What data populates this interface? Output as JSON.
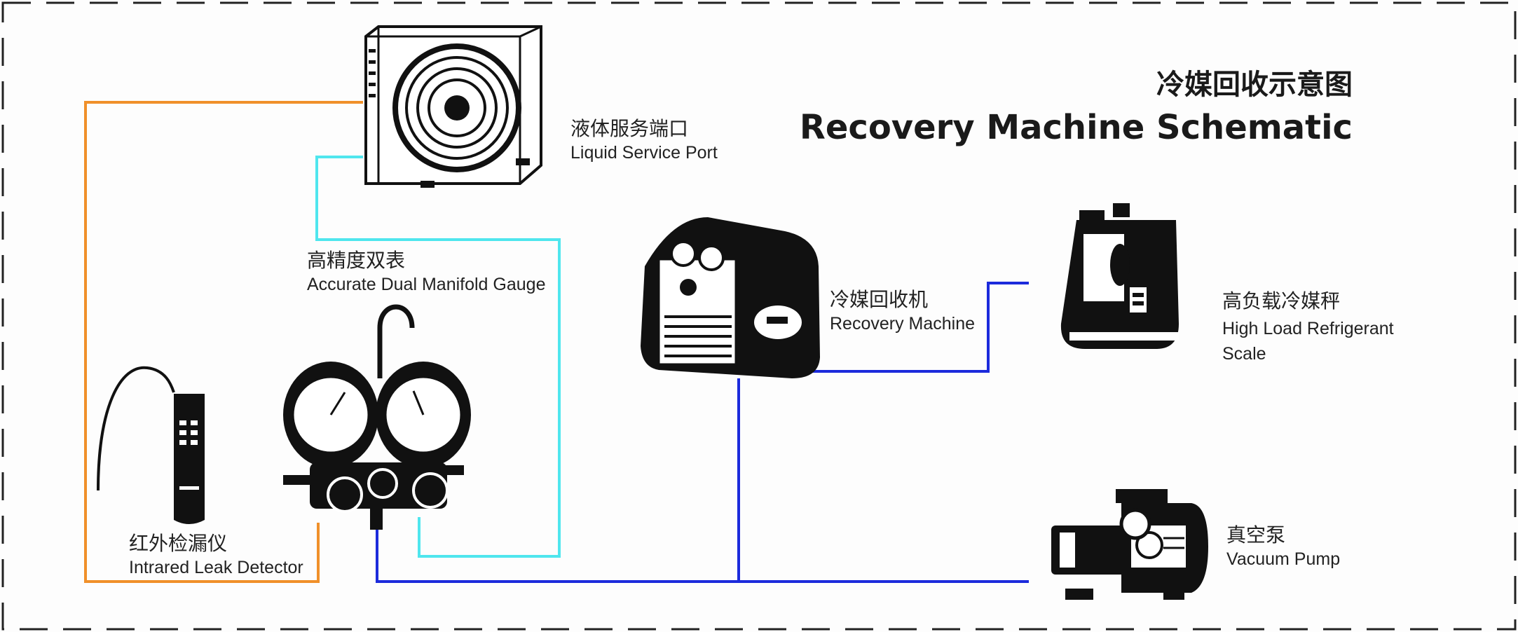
{
  "title": {
    "zh": "冷媒回收示意图",
    "en": "Recovery Machine Schematic"
  },
  "nodes": {
    "liquid_port": {
      "zh": "液体服务端口",
      "en": "Liquid Service Port"
    },
    "gauge": {
      "zh": "高精度双表",
      "en": "Accurate Dual Manifold Gauge"
    },
    "recovery": {
      "zh": "冷媒回收机",
      "en": "Recovery Machine"
    },
    "scale": {
      "zh": "高负载冷媒秤",
      "en_line1": "High Load Refrigerant",
      "en_line2": "Scale"
    },
    "leak": {
      "zh": "红外检漏仪",
      "en": "Intrared Leak Detector"
    },
    "pump": {
      "zh": "真空泵",
      "en": "Vacuum Pump"
    }
  },
  "colors": {
    "orange_line": "#f0902a",
    "cyan_line": "#4fe6ee",
    "blue_line": "#1c2bdc",
    "device": "#111111",
    "border": "#222222"
  }
}
